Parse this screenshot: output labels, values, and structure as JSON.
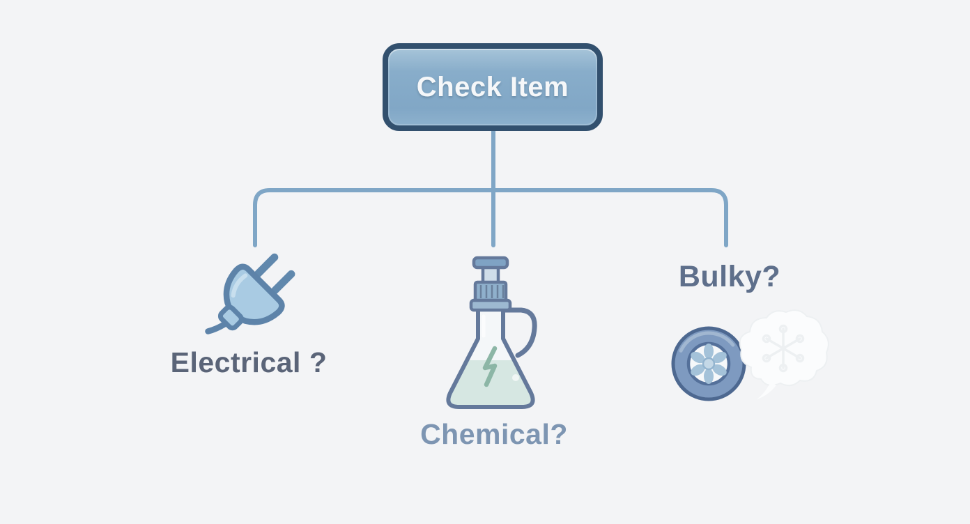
{
  "diagram": {
    "background": "#f3f4f6",
    "root": {
      "label": "Check Item",
      "fill": "#85abc9",
      "border": "#32506e",
      "text_color": "#f5f7f9"
    },
    "connector_color": "#7fa6c6",
    "branches": [
      {
        "id": "electrical",
        "label": "Electrical ?",
        "icon": "power-plug-icon",
        "label_color": "#5a6478"
      },
      {
        "id": "chemical",
        "label": "Chemical?",
        "icon": "chemical-flask-icon",
        "label_color": "#7d95b2"
      },
      {
        "id": "bulky",
        "label": "Bulky?",
        "icon": "tire-icon",
        "label_color": "#5e6f8b"
      }
    ],
    "icon_colors": {
      "plug_fill": "#a9cbe3",
      "plug_stroke": "#5d83a9",
      "flask_stroke": "#64799b",
      "flask_body": "#f4f7f9",
      "flask_liquid": "#d6e7e2",
      "lightning_bolt": "#8cb6a6",
      "cap_fill": "#8fb0cc",
      "tire_ring": "#7e9ac0",
      "tire_outline": "#4d6890",
      "hub_fill": "#f6f8fa",
      "hub_petal": "#a4c2d9",
      "cloud": "#fbfcfd"
    }
  }
}
